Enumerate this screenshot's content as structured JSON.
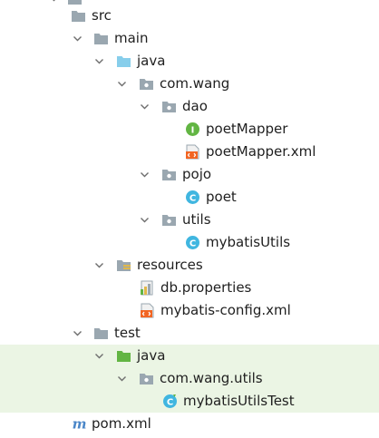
{
  "tree": {
    "rows": [
      {
        "label": "",
        "icon": "folder-icon",
        "expanded": true
      },
      {
        "label": "src",
        "icon": "folder-icon",
        "expanded": true
      },
      {
        "label": "main",
        "icon": "folder-icon",
        "expanded": true
      },
      {
        "label": "java",
        "icon": "source-root-folder-icon",
        "expanded": true
      },
      {
        "label": "com.wang",
        "icon": "package-icon",
        "expanded": true
      },
      {
        "label": "dao",
        "icon": "package-icon",
        "expanded": true
      },
      {
        "label": "poetMapper",
        "icon": "interface-icon",
        "glyph": "I"
      },
      {
        "label": "poetMapper.xml",
        "icon": "xml-file-icon"
      },
      {
        "label": "pojo",
        "icon": "package-icon",
        "expanded": true
      },
      {
        "label": "poet",
        "icon": "class-icon",
        "glyph": "C"
      },
      {
        "label": "utils",
        "icon": "package-icon",
        "expanded": true
      },
      {
        "label": "mybatisUtils",
        "icon": "class-icon",
        "glyph": "C"
      },
      {
        "label": "resources",
        "icon": "resources-folder-icon",
        "expanded": true
      },
      {
        "label": "db.properties",
        "icon": "properties-file-icon"
      },
      {
        "label": "mybatis-config.xml",
        "icon": "xml-file-icon"
      },
      {
        "label": "test",
        "icon": "folder-icon",
        "expanded": true
      },
      {
        "label": "java",
        "icon": "test-source-root-folder-icon",
        "expanded": true
      },
      {
        "label": "com.wang.utils",
        "icon": "package-icon",
        "expanded": true
      },
      {
        "label": "mybatisUtilsTest",
        "icon": "test-class-icon",
        "glyph": "C"
      },
      {
        "label": "pom.xml",
        "icon": "maven-pom-icon",
        "glyph": "m"
      }
    ]
  },
  "colors": {
    "folder": "#9aa7b0",
    "source_root": "#87ceeb",
    "test_root": "#62b543",
    "xml_accent": "#f26522",
    "class_icon": "#40b6e0",
    "interface_icon": "#62b543",
    "maven": "#4a86c8",
    "test_highlight": "#ebf5e4"
  }
}
